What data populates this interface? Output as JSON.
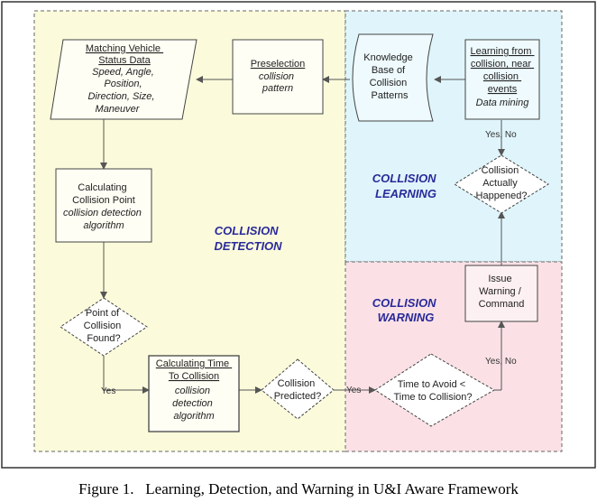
{
  "regions": {
    "detection": [
      "COLLISION",
      "DETECTION"
    ],
    "learning": [
      "COLLISION",
      "LEARNING"
    ],
    "warning": [
      "COLLISION",
      "WARNING"
    ]
  },
  "nodes": {
    "matching": {
      "title": [
        "Matching Vehicle",
        "Status Data"
      ],
      "body": [
        "Speed, Angle,",
        "Position,",
        "Direction, Size,",
        "Maneuver"
      ]
    },
    "preselection": {
      "title": [
        "Preselection"
      ],
      "body": [
        "collision",
        "pattern"
      ]
    },
    "knowledge": {
      "body": [
        "Knowledge",
        "Base of",
        "Collision",
        "Patterns"
      ]
    },
    "learning_box": {
      "title": [
        "Learning from",
        "collision, near",
        "collision",
        "events"
      ],
      "body": [
        "Data mining"
      ]
    },
    "calc_point": {
      "title": [
        "Calculating",
        "Collision Point"
      ],
      "body": [
        "collision detection",
        "algorithm"
      ]
    },
    "point_found": {
      "body": [
        "Point of",
        "Collision",
        "Found?"
      ]
    },
    "calc_time": {
      "title": [
        "Calculating Time",
        "To Collision"
      ],
      "body": [
        "collision",
        "detection",
        "algorithm"
      ]
    },
    "predicted": {
      "body": [
        "Collision",
        "Predicted?"
      ]
    },
    "time_avoid": {
      "body": [
        "Time to Avoid <",
        "Time to Collision?"
      ]
    },
    "issue": {
      "body": [
        "Issue",
        "Warning /",
        "Command"
      ]
    },
    "actually": {
      "body": [
        "Collision",
        "Actually",
        "Happened?"
      ]
    }
  },
  "edges": {
    "yes1": "Yes",
    "yes2": "Yes",
    "yesno1": "Yes, No",
    "yesno2": "Yes, No"
  },
  "caption": "Figure 1.   Learning, Detection, and Warning in U&I Aware Framework"
}
